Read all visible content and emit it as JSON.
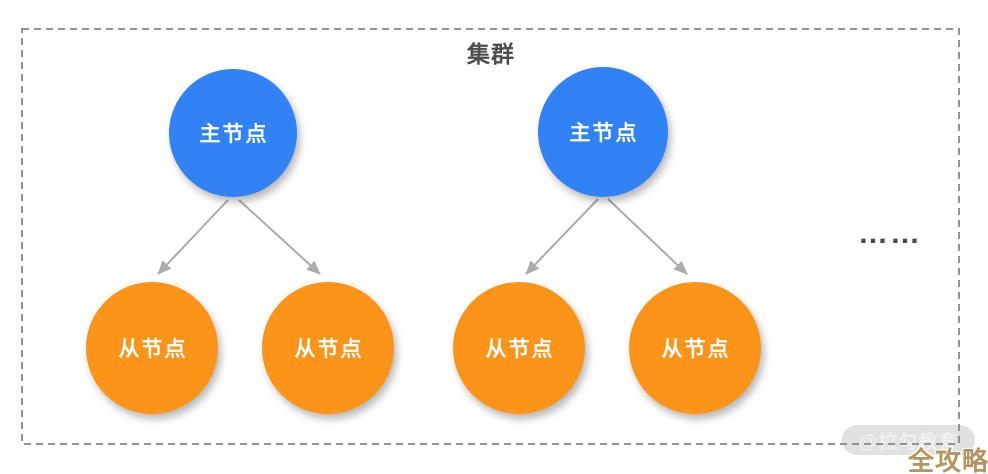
{
  "diagram": {
    "title": "集群",
    "ellipsis": "……",
    "clusters": [
      {
        "master": {
          "label": "主节点"
        },
        "slaves": [
          {
            "label": "从节点"
          },
          {
            "label": "从节点"
          }
        ]
      },
      {
        "master": {
          "label": "主节点"
        },
        "slaves": [
          {
            "label": "从节点"
          },
          {
            "label": "从节点"
          }
        ]
      }
    ],
    "colors": {
      "master_fill": "#3182F4",
      "slave_fill": "#FB9418",
      "node_text": "#FFFFFF",
      "arrow": "#ABABAB",
      "border": "#939393",
      "title_text": "#4D4D4D",
      "ellipsis_text": "#4A4A4A"
    }
  },
  "watermark": {
    "handle": "@拉勾教育",
    "badge": "全攻略",
    "badge_color": "#B3965F",
    "pill_bg": "#E1E1E1",
    "handle_color": "#F0F0F0"
  }
}
